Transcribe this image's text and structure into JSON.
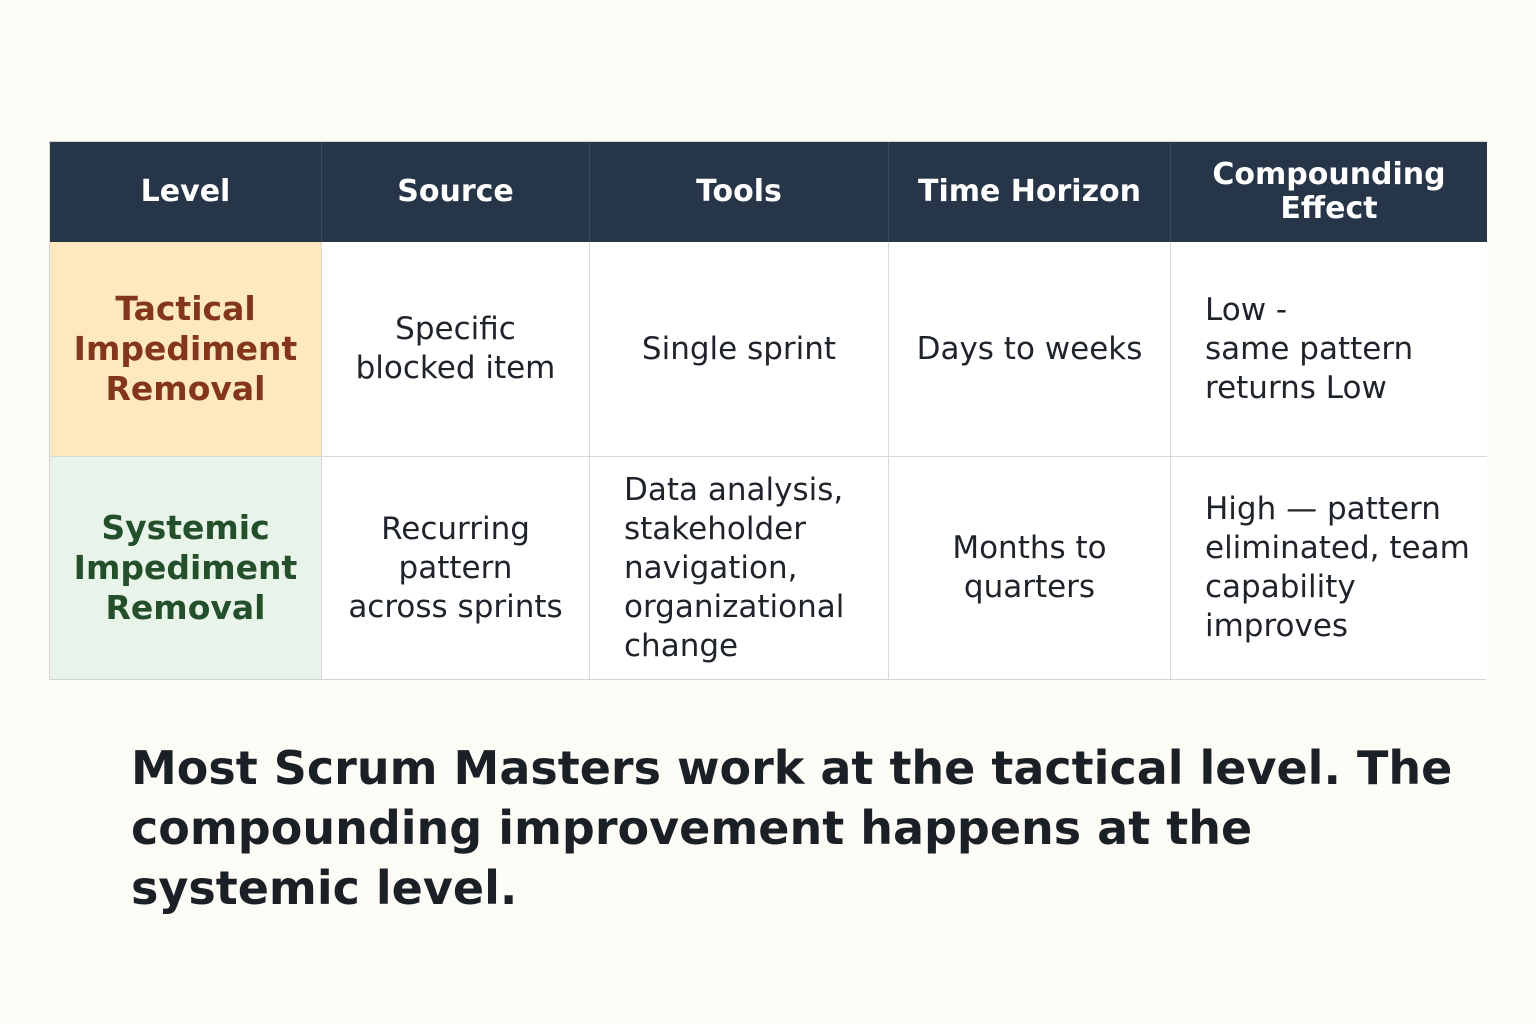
{
  "table": {
    "headers": [
      "Level",
      "Source",
      "Tools",
      "Time Horizon",
      "Compounding\nEffect"
    ],
    "rows": [
      {
        "level": "Tactical\nImpediment\nRemoval",
        "source": "Specific\nblocked item",
        "tools": "Single sprint",
        "time_horizon": "Days to weeks",
        "compounding_effect": "Low -\nsame pattern\nreturns      Low"
      },
      {
        "level": "Systemic\nImpediment\nRemoval",
        "source": "Recurring\npattern\nacross sprints",
        "tools": "Data analysis,\nstakeholder\nnavigation,\norganizational\nchange",
        "time_horizon": "Months to\nquarters",
        "compounding_effect": "High — pattern\neliminated, team\ncapability improves"
      }
    ]
  },
  "caption": "Most Scrum Masters work at the tactical level. The compounding improvement happens at the systemic level.",
  "colors": {
    "header_bg": "#263547",
    "tactical_bg": "#fde8bf",
    "tactical_text": "#84361a",
    "systemic_bg": "#e8f4ea",
    "systemic_text": "#234f2a",
    "page_bg": "#fdfbf6"
  }
}
